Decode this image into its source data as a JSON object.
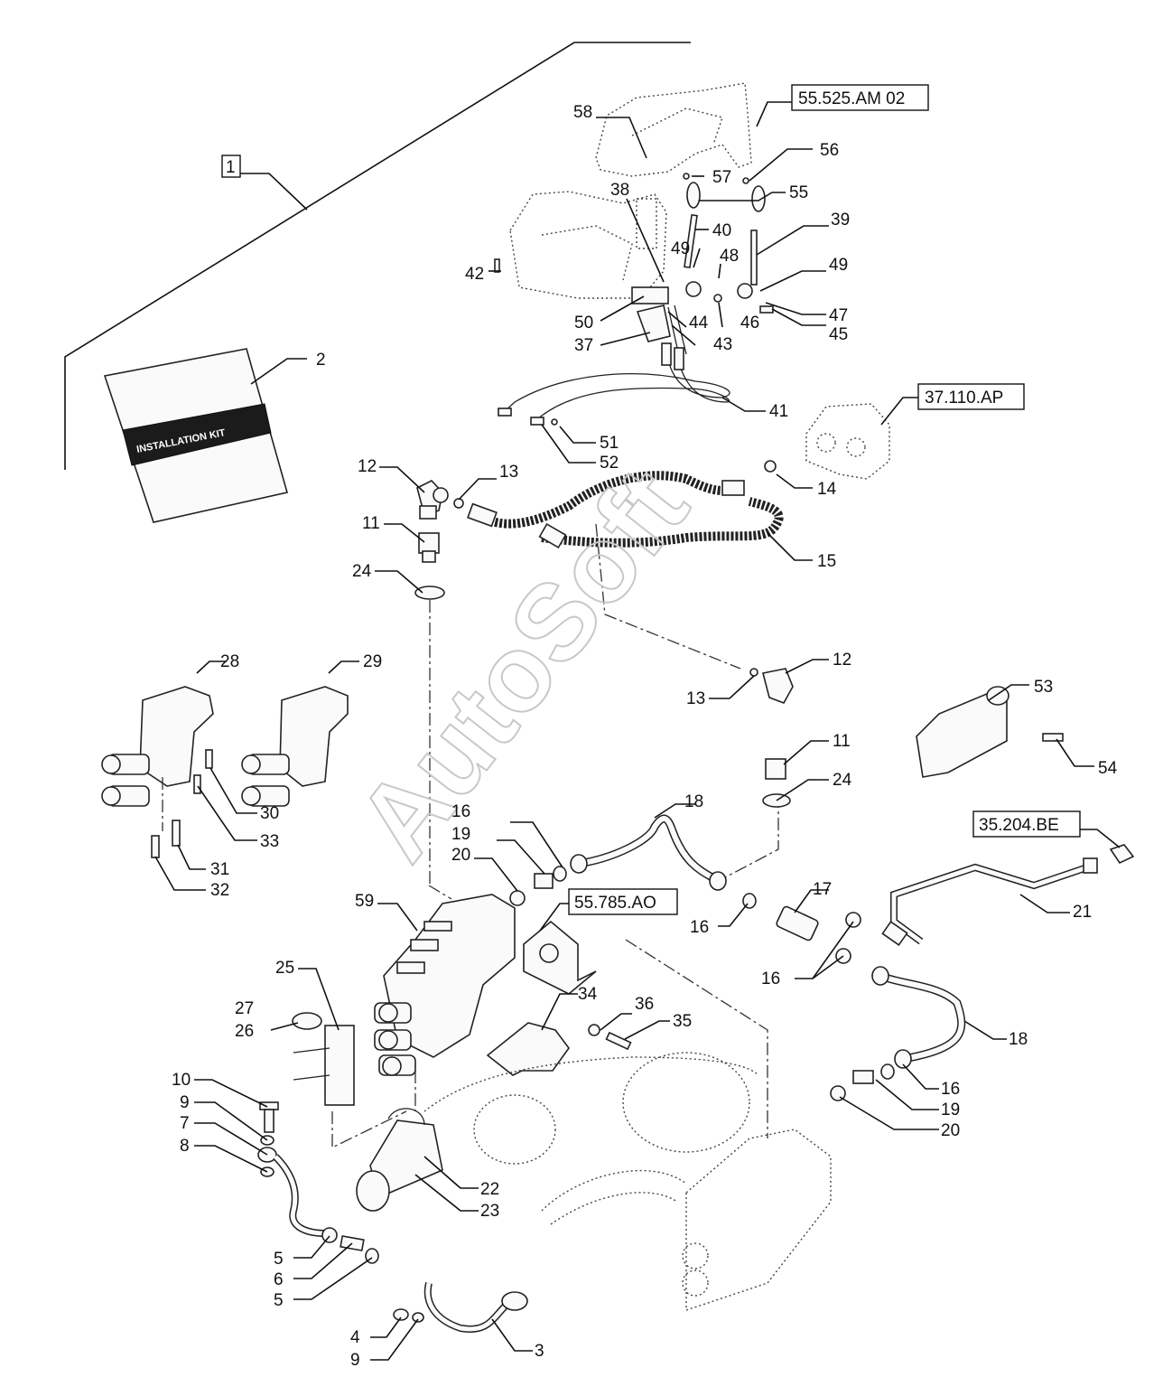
{
  "watermark": "AutoSoft",
  "kit_label": "INSTALLATION KIT",
  "references": {
    "r1": "55.525.AM 02",
    "r2": "37.110.AP",
    "r3": "55.785.AO",
    "r4": "35.204.BE"
  },
  "group_label": "1",
  "callouts": {
    "n2": "2",
    "n3": "3",
    "n4": "4",
    "n5a": "5",
    "n5b": "5",
    "n6": "6",
    "n7": "7",
    "n8": "8",
    "n9a": "9",
    "n9b": "9",
    "n10": "10",
    "n11a": "11",
    "n11b": "11",
    "n12a": "12",
    "n12b": "12",
    "n13a": "13",
    "n13b": "13",
    "n14": "14",
    "n15": "15",
    "n16a": "16",
    "n16b": "16",
    "n16c": "16",
    "n16d": "16",
    "n17": "17",
    "n18a": "18",
    "n18b": "18",
    "n19a": "19",
    "n19b": "19",
    "n20a": "20",
    "n20b": "20",
    "n21": "21",
    "n22": "22",
    "n23": "23",
    "n24a": "24",
    "n24b": "24",
    "n25": "25",
    "n26": "26",
    "n27": "27",
    "n28": "28",
    "n29": "29",
    "n30": "30",
    "n31": "31",
    "n32": "32",
    "n33": "33",
    "n34": "34",
    "n35": "35",
    "n36": "36",
    "n37": "37",
    "n38": "38",
    "n39": "39",
    "n40": "40",
    "n41": "41",
    "n42": "42",
    "n43": "43",
    "n44": "44",
    "n45": "45",
    "n46": "46",
    "n47": "47",
    "n48": "48",
    "n49a": "49",
    "n49b": "49",
    "n50": "50",
    "n51": "51",
    "n52": "52",
    "n53": "53",
    "n54": "54",
    "n55": "55",
    "n56": "56",
    "n57": "57",
    "n58": "58",
    "n59": "59"
  }
}
